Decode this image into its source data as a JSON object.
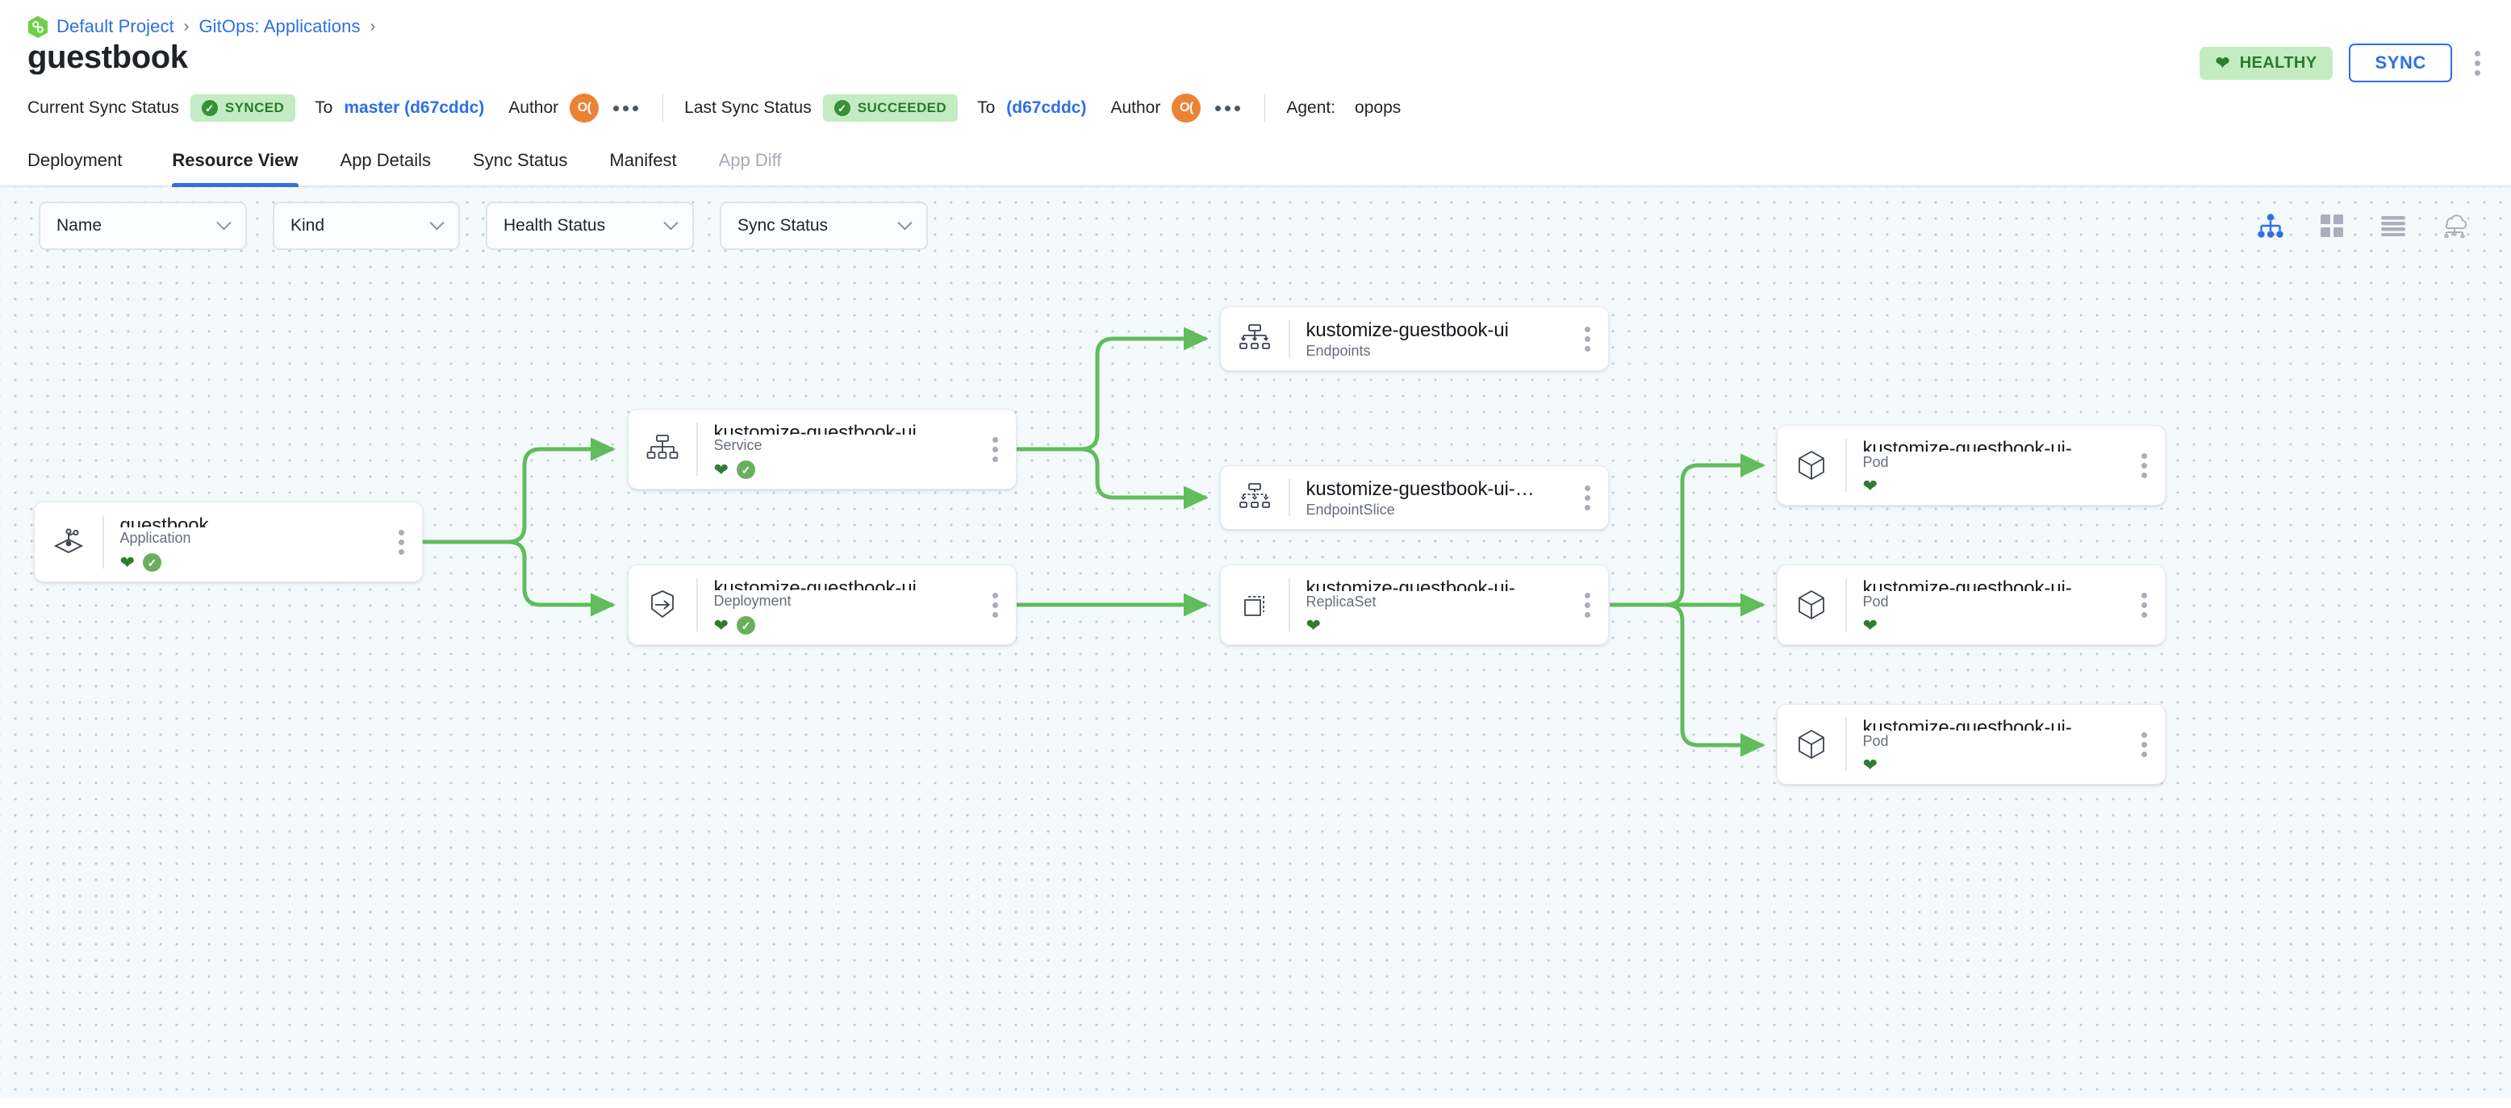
{
  "breadcrumb": {
    "logo_icon": "argo-logo-icon",
    "items": [
      {
        "label": "Default Project",
        "sep": "›"
      },
      {
        "label": "GitOps: Applications",
        "sep": "›"
      }
    ],
    "sep1": "›",
    "sep2": "›"
  },
  "header": {
    "title": "guestbook",
    "health_label": "HEALTHY",
    "health_icon": "heart-icon",
    "health_color": "#c3ecc3",
    "sync_button": "SYNC",
    "overflow_icon": "kebab-vertical-icon"
  },
  "status": {
    "current": {
      "label": "Current Sync Status",
      "chip": "SYNCED",
      "chip_icon": "check-circle-icon",
      "to_label": "To",
      "revision": "master (d67cddc)",
      "author_label": "Author",
      "avatar_initials": "O(",
      "avatar_color": "#ec8235",
      "more_icon": "kebab-horizontal-icon"
    },
    "last": {
      "label": "Last Sync Status",
      "chip": "SUCCEEDED",
      "chip_icon": "check-circle-icon",
      "to_label": "To",
      "revision": "(d67cddc)",
      "author_label": "Author",
      "avatar_initials": "O(",
      "avatar_color": "#ec8235",
      "more_icon": "kebab-horizontal-icon"
    },
    "agent_label": "Agent:",
    "agent_value": "opops"
  },
  "tabs": [
    {
      "label": "Deployment",
      "active": false,
      "disabled": false
    },
    {
      "label": "Resource View",
      "active": true,
      "disabled": false
    },
    {
      "label": "App Details",
      "active": false,
      "disabled": false
    },
    {
      "label": "Sync Status",
      "active": false,
      "disabled": false
    },
    {
      "label": "Manifest",
      "active": false,
      "disabled": false
    },
    {
      "label": "App Diff",
      "active": false,
      "disabled": true
    }
  ],
  "filters": [
    {
      "label": "Name",
      "icon": "chevron-down-icon"
    },
    {
      "label": "Kind",
      "icon": "chevron-down-icon"
    },
    {
      "label": "Health Status",
      "icon": "chevron-down-icon"
    },
    {
      "label": "Sync Status",
      "icon": "chevron-down-icon"
    }
  ],
  "view_modes": [
    {
      "name": "tree-view-icon",
      "active": true
    },
    {
      "name": "grid-view-icon",
      "active": false
    },
    {
      "name": "list-view-icon",
      "active": false
    },
    {
      "name": "network-view-icon",
      "active": false
    }
  ],
  "graph": {
    "accent_edge_color": "#5fbd5a",
    "nodes": [
      {
        "id": "app",
        "title": "guestbook",
        "kind": "Application",
        "icon": "application-icon",
        "heart": true,
        "sync": true
      },
      {
        "id": "svc",
        "title": "kustomize-guestbook-ui",
        "kind": "Service",
        "icon": "service-icon",
        "heart": true,
        "sync": true
      },
      {
        "id": "ep",
        "title": "kustomize-guestbook-ui",
        "kind": "Endpoints",
        "icon": "endpoints-icon",
        "heart": false,
        "sync": false
      },
      {
        "id": "eps",
        "title": "kustomize-guestbook-ui-…",
        "kind": "EndpointSlice",
        "icon": "endpointslice-icon",
        "heart": false,
        "sync": false
      },
      {
        "id": "dep",
        "title": "kustomize-guestbook-ui",
        "kind": "Deployment",
        "icon": "deployment-icon",
        "heart": true,
        "sync": true
      },
      {
        "id": "rs",
        "title": "kustomize-guestbook-ui-…",
        "kind": "ReplicaSet",
        "icon": "replicaset-icon",
        "heart": true,
        "sync": false
      },
      {
        "id": "pod1",
        "title": "kustomize-guestbook-ui-…",
        "kind": "Pod",
        "icon": "pod-icon",
        "heart": true,
        "sync": false
      },
      {
        "id": "pod2",
        "title": "kustomize-guestbook-ui-…",
        "kind": "Pod",
        "icon": "pod-icon",
        "heart": true,
        "sync": false
      },
      {
        "id": "pod3",
        "title": "kustomize-guestbook-ui-…",
        "kind": "Pod",
        "icon": "pod-icon",
        "heart": true,
        "sync": false
      }
    ],
    "edges": [
      {
        "from": "app",
        "to": "svc"
      },
      {
        "from": "app",
        "to": "dep"
      },
      {
        "from": "svc",
        "to": "ep"
      },
      {
        "from": "svc",
        "to": "eps"
      },
      {
        "from": "dep",
        "to": "rs"
      },
      {
        "from": "rs",
        "to": "pod1"
      },
      {
        "from": "rs",
        "to": "pod2"
      },
      {
        "from": "rs",
        "to": "pod3"
      }
    ]
  }
}
